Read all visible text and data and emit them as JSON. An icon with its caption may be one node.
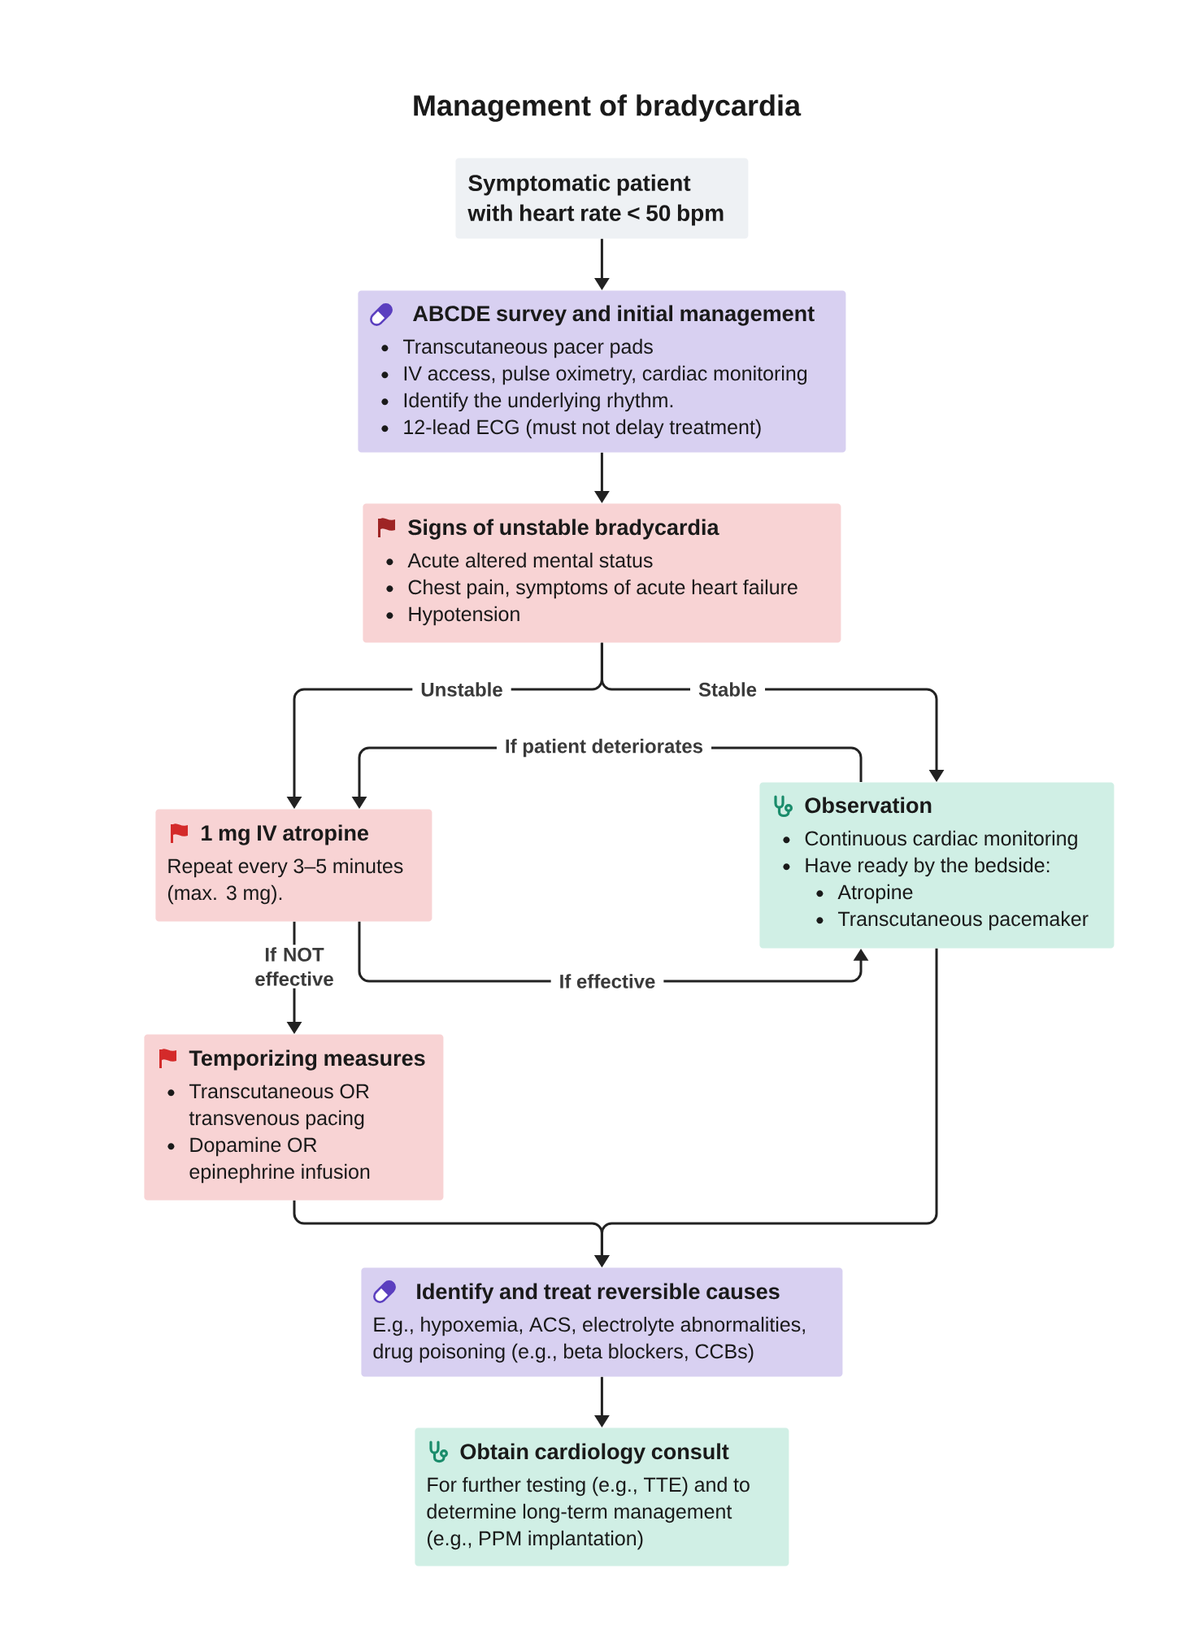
{
  "diagram": {
    "title": "Management of bradycardia",
    "nodes": [
      {
        "text": [
          "Symptomatic patient with heart rate < 50 bpm"
        ]
      },
      {
        "text": [
          "ABCDE survey and initial management",
          "Transcutaneous pacer pads",
          "IV access, pulse oximetry, cardiac monitoring",
          "Identify the underlying rhythm.",
          "12-lead ECG (must not delay treatment)"
        ]
      },
      {
        "text": [
          "Signs of unstable bradycardia",
          "Acute altered mental status",
          "Chest pain, symptoms of acute heart failure",
          "Hypotension"
        ]
      },
      {
        "text": [
          "1 mg IV atropine",
          "Repeat every 3–5 minutes (max. 3 mg)."
        ]
      },
      {
        "text": [
          "Observation",
          "Continuous cardiac monitoring",
          "Have ready by the bedside:",
          "Atropine",
          "Transcutaneous pacemaker"
        ]
      },
      {
        "text": [
          "Temporizing measures",
          "Transcutaneous OR transvenous pacing",
          "Dopamine OR epinephrine infusion"
        ]
      },
      {
        "text": [
          "Identify and treat reversible causes",
          "E.g., hypoxemia, ACS, electrolyte abnormalities, drug poisoning (e.g., beta blockers, CCBs)"
        ]
      },
      {
        "text": [
          "Obtain cardiology consult",
          "For further testing (e.g., TTE) and to determine long-term management (e.g., PPM implantation)"
        ]
      }
    ],
    "edges": [
      {
        "from": 0,
        "to": 1,
        "arrow": "to"
      },
      {
        "from": 1,
        "to": 2,
        "arrow": "to"
      },
      {
        "from": 2,
        "to": 3,
        "arrow": "to",
        "label": "Unstable"
      },
      {
        "from": 2,
        "to": 4,
        "arrow": "to",
        "label": "Stable"
      },
      {
        "from": 4,
        "to": 3,
        "arrow": "to",
        "label": "If patient deteriorates"
      },
      {
        "from": 3,
        "to": 5,
        "arrow": "to",
        "label": "If NOT effective"
      },
      {
        "from": 3,
        "to": 4,
        "arrow": "to",
        "label": "If effective"
      },
      {
        "from": 5,
        "to": 6,
        "arrow": "to"
      },
      {
        "from": 4,
        "to": 6,
        "arrow": "to"
      },
      {
        "from": 6,
        "to": 7,
        "arrow": "to"
      }
    ]
  }
}
